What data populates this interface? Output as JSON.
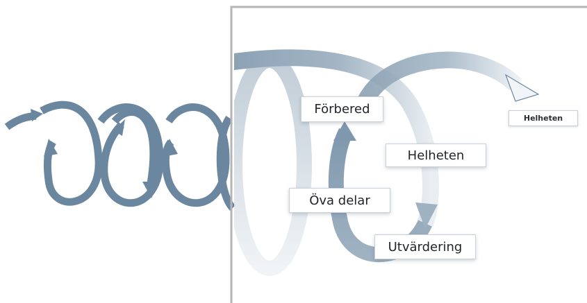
{
  "colors": {
    "spiral": "#6b87a0",
    "frame": "#b5b5b5",
    "label_border": "#c9d0d6",
    "label_text": "#1f2328"
  },
  "labels": {
    "forbered": "Förbered",
    "helheten": "Helheten",
    "ova_delar": "Öva delar",
    "utvardering": "Utvärdering",
    "helheten_small": "Helheten"
  },
  "icons": {
    "spiral": "spiral-arrow-icon",
    "zoom_frame": "zoom-frame"
  }
}
